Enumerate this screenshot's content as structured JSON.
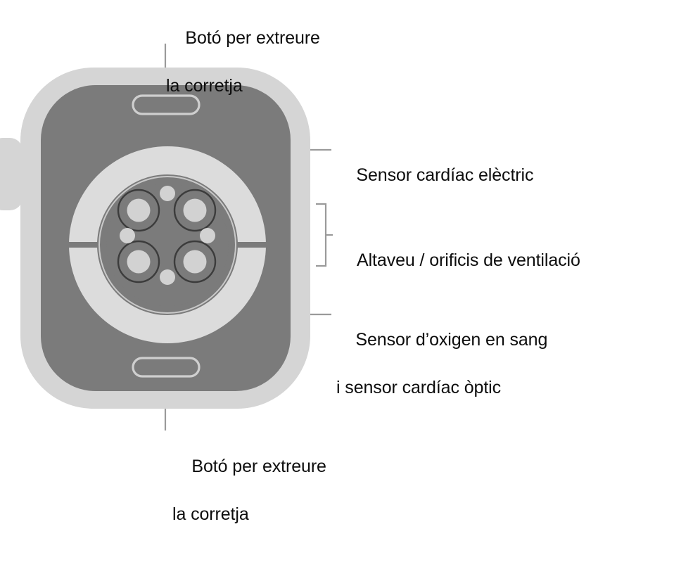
{
  "diagram": {
    "title": "Apple Watch back — sensors and buttons",
    "device": "Apple Watch back view",
    "colors": {
      "background": "#ffffff",
      "case_outer": "#d5d5d5",
      "case_back": "#7b7b7b",
      "sensor_ring": "#dcdcdc",
      "sensor_dot": "#d2d2d2",
      "sensor_ring_stroke": "#3c3c3c",
      "leader_line": "#9a9a9a",
      "text": "#0d0d0d"
    },
    "callouts": [
      {
        "id": "band-release-top",
        "line1": "Botó per extreure",
        "line2": "la corretja",
        "leader": "vertical-down"
      },
      {
        "id": "electrical-heart-sensor",
        "line1": "Sensor cardíac elèctric",
        "line2": "",
        "leader": "horizontal-left"
      },
      {
        "id": "speaker-vents",
        "line1": "Altaveu / orificis de ventilació",
        "line2": "",
        "leader": "bracket-left"
      },
      {
        "id": "blood-oxygen-optical-heart-sensor",
        "line1": "Sensor d’oxigen en sang",
        "line2": "i sensor cardíac òptic",
        "leader": "elbow-left"
      },
      {
        "id": "band-release-bottom",
        "line1": "Botó per extreure",
        "line2": "la corretja",
        "leader": "vertical-up"
      }
    ],
    "parts": {
      "digital_crown": "digital-crown",
      "side_button": "side-button",
      "band_release_button_top": "band-release-button-top",
      "band_release_button_bottom": "band-release-button-bottom",
      "electrical_heart_sensor_ring": "electrical-heart-sensor-ring",
      "optical_sensor_cluster": "optical-sensor-cluster",
      "large_sensor_count": 4,
      "small_sensor_count": 4
    }
  }
}
